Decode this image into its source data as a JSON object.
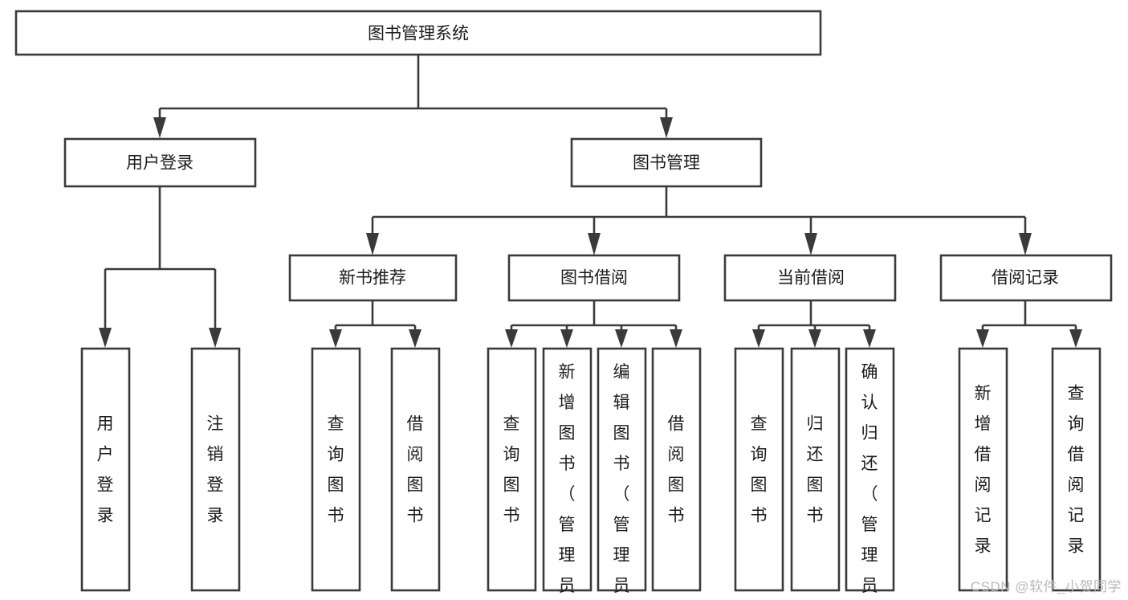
{
  "diagram": {
    "type": "tree-hierarchy",
    "title": "图书管理系统",
    "watermark": "CSDN @软件_小贺同学",
    "colors": {
      "box_stroke": "#3a3a3a",
      "box_fill": "#ffffff",
      "text": "#1b1b1b",
      "background": "#ffffff",
      "watermark": "#b9b9b9"
    },
    "root": {
      "label": "图书管理系统"
    },
    "level2": [
      {
        "label": "用户登录"
      },
      {
        "label": "图书管理"
      }
    ],
    "level3": [
      {
        "label": "新书推荐"
      },
      {
        "label": "图书借阅"
      },
      {
        "label": "当前借阅"
      },
      {
        "label": "借阅记录"
      }
    ],
    "leaves": {
      "user_login": [
        {
          "label": "用户登录"
        },
        {
          "label": "注销登录"
        }
      ],
      "new_book_recommend": [
        {
          "label": "查询图书"
        },
        {
          "label": "借阅图书"
        }
      ],
      "book_borrow": [
        {
          "label": "查询图书"
        },
        {
          "label": "新增图书（管理员）"
        },
        {
          "label": "编辑图书（管理员）"
        },
        {
          "label": "借阅图书"
        }
      ],
      "current_borrow": [
        {
          "label": "查询图书"
        },
        {
          "label": "归还图书"
        },
        {
          "label": "确认归还（管理员）"
        }
      ],
      "borrow_record": [
        {
          "label": "新增借阅记录"
        },
        {
          "label": "查询借阅记录"
        }
      ]
    }
  }
}
